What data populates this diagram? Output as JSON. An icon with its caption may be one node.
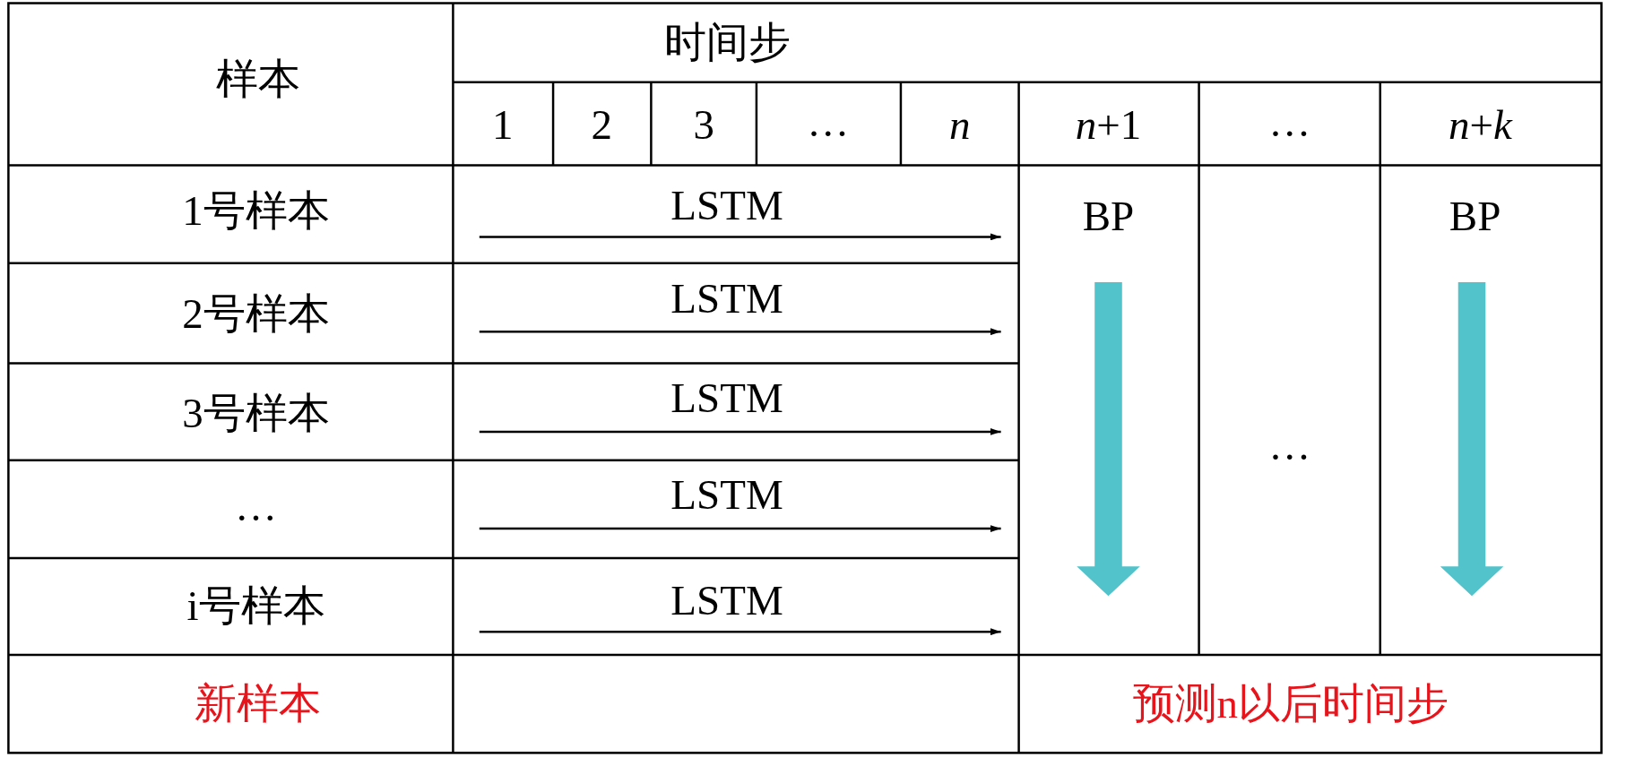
{
  "diagram": {
    "labels": [
      "样本",
      "时间步",
      "1",
      "2",
      "3",
      "…",
      "n",
      "*n*+1",
      "…",
      "*n*+*k*",
      "1号样本",
      "LSTM",
      "BP",
      "BP",
      "2号样本",
      "LSTM",
      "3号样本",
      "LSTM",
      "…",
      "…",
      "LSTM",
      "i号样本",
      "LSTM",
      "新样本",
      "预测n以后时间步"
    ]
  }
}
